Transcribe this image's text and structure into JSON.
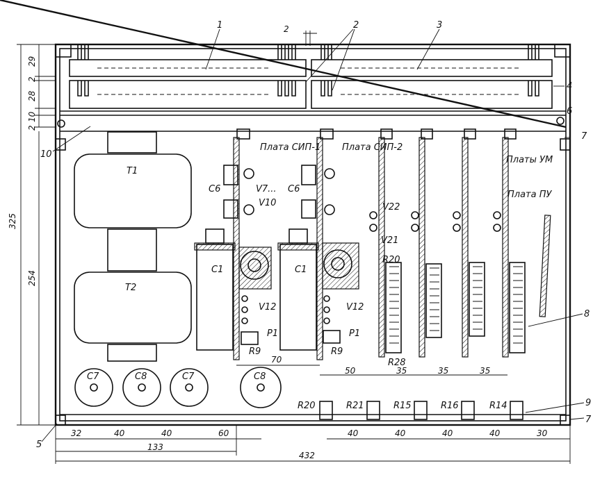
{
  "callouts": [
    "1",
    "2",
    "3",
    "4",
    "5",
    "6",
    "7",
    "7",
    "8",
    "9",
    "10"
  ],
  "left_dims": [
    "325",
    "29",
    "2",
    "28",
    "10",
    "2",
    "254"
  ],
  "top_dim": "2",
  "boards": {
    "sip1": "Плата СИП-1",
    "sip2": "Плата СИП-2",
    "um": "Платы УМ",
    "pu": "Плата ПУ"
  },
  "transformers": [
    "T1",
    "T2"
  ],
  "components": {
    "c6": "C6",
    "c1": "C1",
    "v12": "V12",
    "v7": "V7...",
    "v10": "V10",
    "v22": "V22",
    "v21": "V21",
    "r20": "R20",
    "r28": "R28",
    "p1": "P1",
    "r9": "R9"
  },
  "capacitors": [
    "C7",
    "C8",
    "C7",
    "C8"
  ],
  "bottom_resistors": [
    "R20",
    "R21",
    "R15",
    "R16",
    "R14"
  ],
  "mid_dims": [
    "70",
    "50",
    "35",
    "35",
    "35"
  ],
  "bottom_dims_left": [
    "32",
    "40",
    "40",
    "60"
  ],
  "bottom_dims_right": [
    "40",
    "40",
    "40",
    "40",
    "30"
  ],
  "overall_dims": [
    "133",
    "432"
  ]
}
